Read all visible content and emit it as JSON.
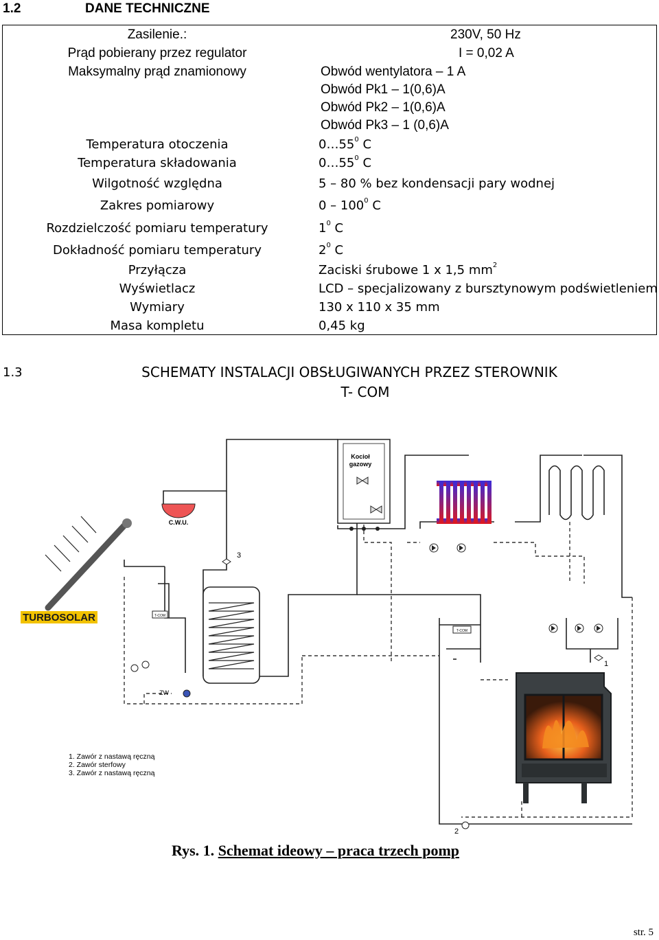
{
  "sections": {
    "tech_num": "1.2",
    "tech_title": "DANE TECHNICZNE",
    "schem_num": "1.3",
    "schem_title_line1": "SCHEMATY INSTALACJI OBSŁUGIWANYCH PRZEZ STEROWNIK",
    "schem_title_line2": "T- COM"
  },
  "table": {
    "zasilenie_label": "Zasilenie.:",
    "zasilenie_value": "230V, 50 Hz",
    "prad_label": "Prąd pobierany przez regulator",
    "prad_value": "I = 0,02 A",
    "maks_label": "Maksymalny prąd znamionowy",
    "maks_values": [
      "Obwód wentylatora – 1 A",
      "Obwód Pk1 – 1(0,6)A",
      "Obwód Pk2 – 1(0,6)A",
      "Obwód Pk3 – 1 (0,6)A"
    ],
    "temp_otoczenia_label": "Temperatura otoczenia",
    "temp_otoczenia_value_a": "0…55",
    "temp_otoczenia_value_b": " C",
    "temp_skl_label": "Temperatura składowania",
    "temp_skl_value_a": "0…55",
    "temp_skl_value_b": " C",
    "wilg_label": "Wilgotność względna",
    "wilg_value": "5 – 80 % bez kondensacji pary wodnej",
    "zakres_label": "Zakres pomiarowy",
    "zakres_value_a": "0 – 100",
    "zakres_value_b": " C",
    "rozdz_label": "Rozdzielczość pomiaru temperatury",
    "rozdz_value_a": "1",
    "rozdz_value_b": " C",
    "dokl_label": "Dokładność pomiaru temperatury",
    "dokl_value_a": "2",
    "dokl_value_b": " C",
    "przyl_label": "Przyłącza",
    "przyl_value_a": "Zaciski śrubowe 1 x 1,5 mm",
    "przyl_sup": "2",
    "wysw_label": "Wyświetlacz",
    "wysw_value": "LCD – specjalizowany z bursztynowym podświetleniem",
    "wym_label": "Wymiary",
    "wym_value": "130 x 110 x 35 mm",
    "masa_label": "Masa kompletu",
    "masa_value": "0,45 kg",
    "degree_sup": "0"
  },
  "diagram": {
    "boiler_label_1": "Kocioł",
    "boiler_label_2": "gazowy",
    "cwu_label": "C.W.U.",
    "brand": "TURBOSOLAR",
    "tcom_1": "T-COM",
    "tcom_2": "T-COM",
    "zw_label": "ZW",
    "num_1": "1",
    "num_2": "2",
    "num_3": "3",
    "legend": [
      "1. Zawór z nastawą ręczną",
      "2. Zawór sterfowy",
      "3. Zawór z nastawą ręczną"
    ]
  },
  "caption": {
    "prefix": "Rys. 1. ",
    "text": "Schemat ideowy – praca trzech pomp"
  },
  "page_number": "str. 5",
  "colors": {
    "radiator_gradient_top": "#3a2bd9",
    "radiator_gradient_bottom": "#e0181c",
    "brand_yellow": "#f2c200",
    "flame": "#e8601c"
  }
}
